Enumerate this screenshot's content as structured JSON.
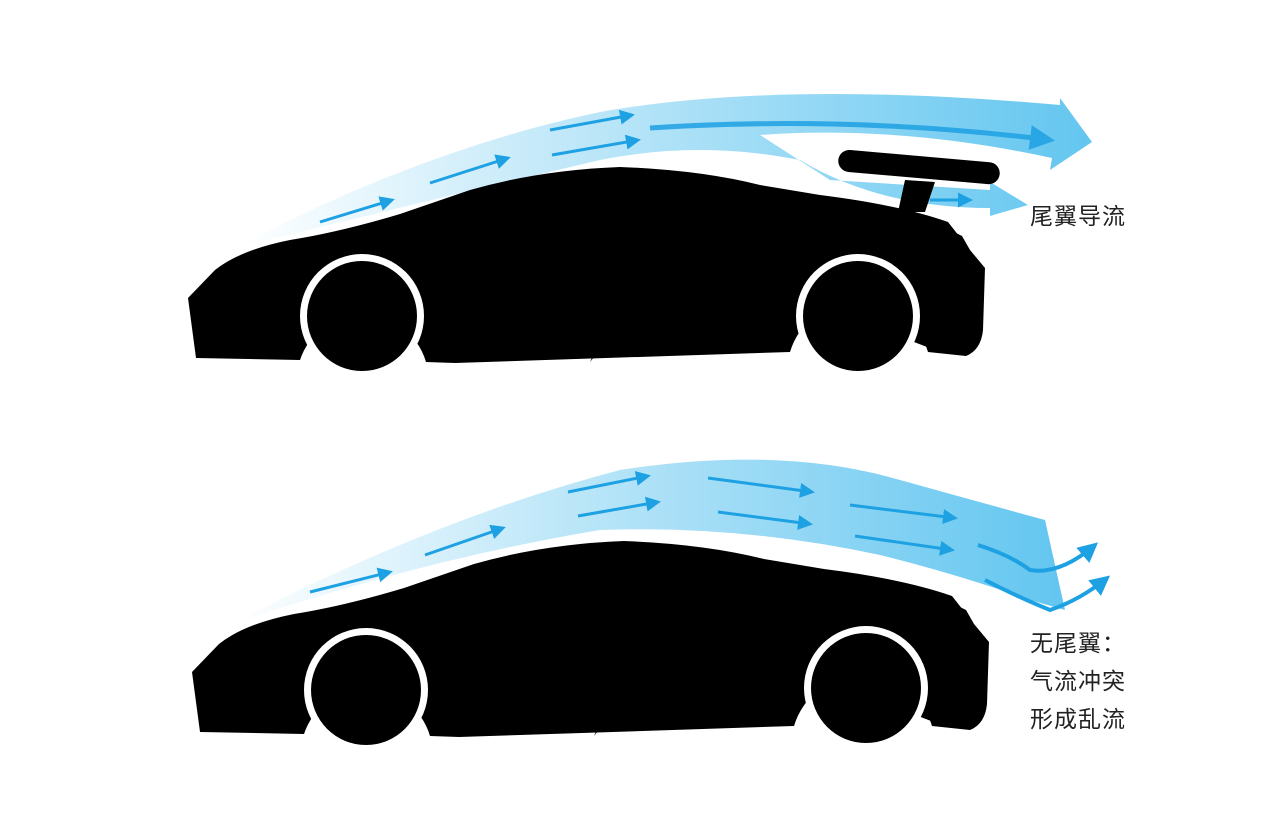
{
  "diagram": {
    "top": {
      "label": "尾翼导流",
      "has_spoiler": true
    },
    "bottom": {
      "label_lines": [
        "无尾翼：",
        "气流冲突",
        "形成乱流"
      ],
      "has_spoiler": false
    }
  },
  "colors": {
    "airflow": "#5bc3ef",
    "arrow": "#1ea1e3",
    "line": "#1a1a1a",
    "text": "#222222"
  }
}
